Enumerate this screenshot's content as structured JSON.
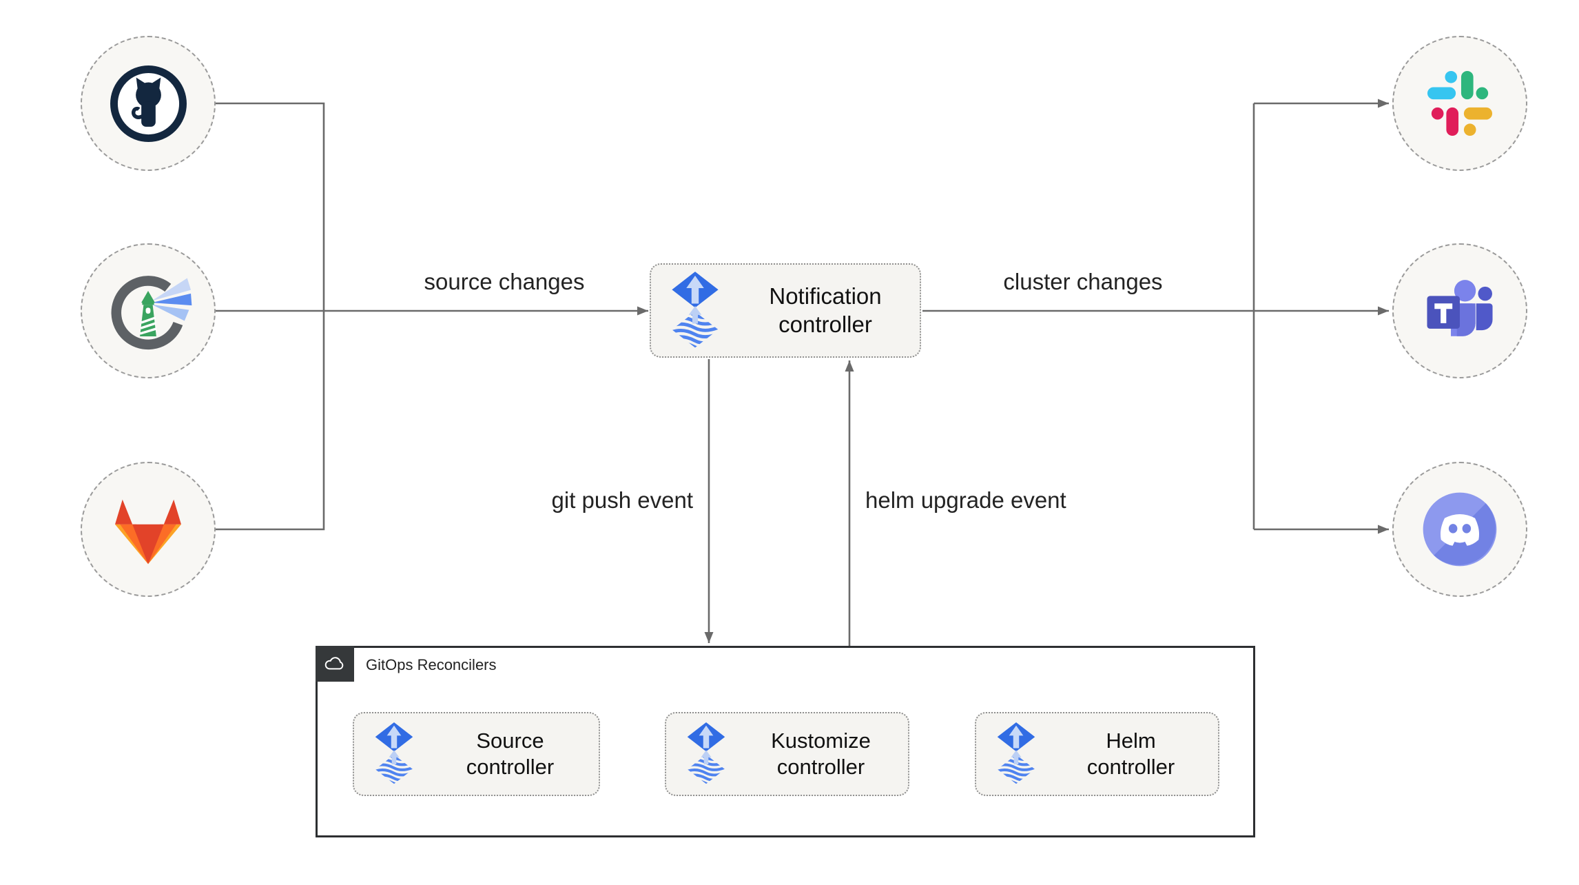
{
  "diagram": {
    "kind": "flux-notification-architecture",
    "edges": {
      "source_changes": "source changes",
      "cluster_changes": "cluster changes",
      "git_push": "git push event",
      "helm_upgrade": "helm upgrade event"
    },
    "nodes": {
      "notification": {
        "label": "Notification\ncontroller",
        "icon": "flux-icon"
      },
      "sources": [
        {
          "name": "GitHub",
          "icon": "github-icon"
        },
        {
          "name": "Harbor",
          "icon": "harbor-icon"
        },
        {
          "name": "GitLab",
          "icon": "gitlab-icon"
        }
      ],
      "targets": [
        {
          "name": "Slack",
          "icon": "slack-icon"
        },
        {
          "name": "Microsoft Teams",
          "icon": "teams-icon"
        },
        {
          "name": "Discord",
          "icon": "discord-icon"
        }
      ]
    },
    "reconcilers": {
      "title": "GitOps Reconcilers",
      "icon": "cloud-icon",
      "items": [
        {
          "label": "Source\ncontroller",
          "icon": "flux-icon"
        },
        {
          "label": "Kustomize\ncontroller",
          "icon": "flux-icon"
        },
        {
          "label": "Helm\ncontroller",
          "icon": "flux-icon"
        }
      ]
    },
    "colors": {
      "arrow": "#6a6a6a",
      "text": "#1f1f1f",
      "flux_blue": "#316ce4",
      "flux_wave_blue": "#4f83ef",
      "node_fill": "#f5f4f1",
      "node_border": "#8f8f8f",
      "circle_fill": "#f8f7f4",
      "circle_border": "#9a9a9a",
      "container_border": "#2d2f31",
      "container_badge": "#35383a",
      "github_navy": "#13273f",
      "harbor_gray": "#5d6165",
      "harbor_green": "#3aa45f",
      "gitlab_red": "#e24329",
      "gitlab_orange": "#fc6d26",
      "gitlab_yellow": "#fca326",
      "slack_blue": "#36c5f0",
      "slack_green": "#2eb67d",
      "slack_red": "#e01e5a",
      "slack_yellow": "#ecb22e",
      "teams_purple": "#4b53bc",
      "teams_light_purple": "#7b83eb",
      "discord_blurple": "#7d8ce8"
    }
  }
}
